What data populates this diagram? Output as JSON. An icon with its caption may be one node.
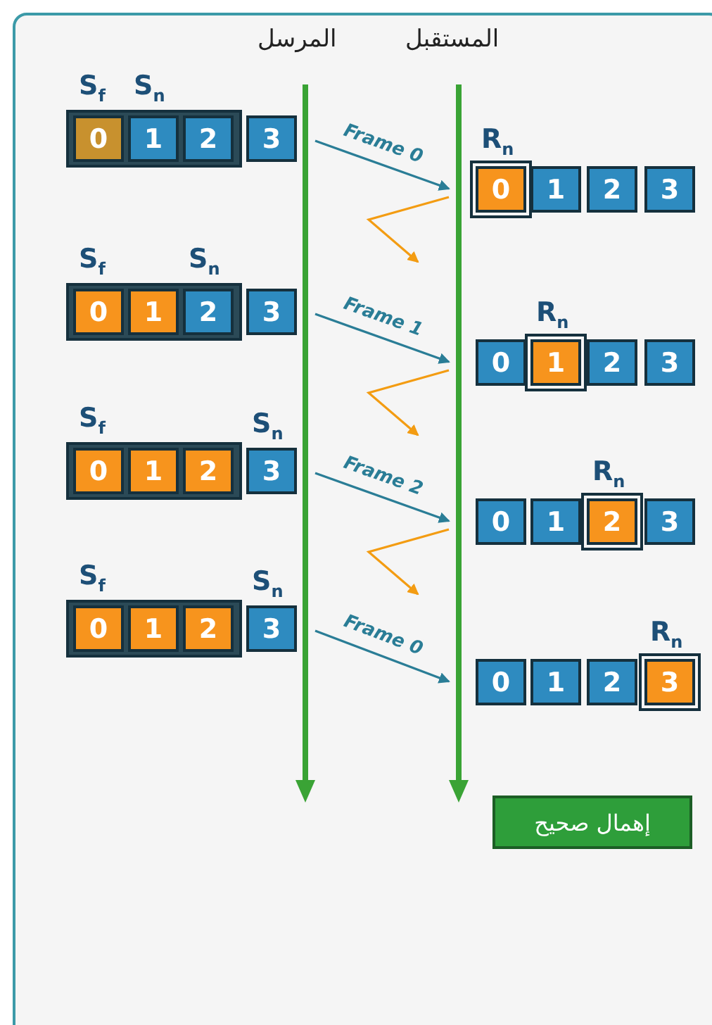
{
  "diagram": {
    "nodes": [
      {
        "text": [],
        "shape": "bar"
      },
      {
        "text": [],
        "shape": "bar"
      },
      {
        "text": [],
        "shape": "box"
      },
      {
        "text": [
          "0"
        ],
        "in": 2,
        "beside": [
          "S$_{f}$"
        ]
      },
      {
        "text": [
          "1"
        ],
        "in": 2,
        "beside": [
          "S$_{n}$"
        ]
      },
      {
        "text": [
          "2"
        ],
        "in": 2
      },
      {
        "text": [
          "3"
        ]
      },
      {
        "text": [
          "0"
        ],
        "beside": [
          "R$_{n}$"
        ]
      },
      {
        "text": [
          "1"
        ]
      },
      {
        "text": [
          "2"
        ]
      },
      {
        "text": [
          "3"
        ]
      },
      {
        "text": [],
        "shape": "box"
      },
      {
        "text": [
          "0"
        ],
        "in": 11,
        "beside": [
          "S$_{f}$"
        ]
      },
      {
        "text": [
          "1"
        ],
        "in": 11
      },
      {
        "text": [
          "2"
        ],
        "in": 11,
        "beside": [
          "S$_{n}$"
        ]
      },
      {
        "text": [
          "3"
        ]
      },
      {
        "text": [
          "0"
        ]
      },
      {
        "text": [
          "1"
        ],
        "beside": [
          "R$_{n}$"
        ]
      },
      {
        "text": [
          "2"
        ]
      },
      {
        "text": [
          "3"
        ]
      },
      {
        "text": [],
        "shape": "box"
      },
      {
        "text": [
          "0"
        ],
        "in": 20,
        "beside": [
          "S$_{f}$"
        ]
      },
      {
        "text": [
          "1"
        ],
        "in": 20
      },
      {
        "text": [
          "2"
        ],
        "in": 20
      },
      {
        "text": [
          "3"
        ],
        "beside": [
          "S$_{n}$"
        ]
      },
      {
        "text": [
          "0"
        ]
      },
      {
        "text": [
          "1"
        ]
      },
      {
        "text": [
          "2"
        ],
        "beside": [
          "R$_{n}$"
        ]
      },
      {
        "text": [
          "3"
        ]
      },
      {
        "text": [],
        "shape": "box"
      },
      {
        "text": [
          "0"
        ],
        "in": 29,
        "beside": [
          "S$_{f}$"
        ]
      },
      {
        "text": [
          "1"
        ],
        "in": 29
      },
      {
        "text": [
          "2"
        ],
        "in": 29
      },
      {
        "text": [
          "3"
        ],
        "beside": [
          "S$_{n}$"
        ]
      },
      {
        "text": [
          "0"
        ]
      },
      {
        "text": [
          "1"
        ]
      },
      {
        "text": [
          "2"
        ]
      },
      {
        "text": [
          "3"
        ],
        "beside": [
          "R$_{n}$"
        ]
      },
      {
        "text": [
          "إهمال صحيح"
        ]
      }
    ],
    "edges": [
      {
        "from": 0,
        "to": 1,
        "arrow": "to",
        "label": "Frame 0"
      },
      {
        "from": 1,
        "to": null,
        "arrow": "to",
        "color": "#f39c12"
      },
      {
        "from": 0,
        "to": 1,
        "arrow": "to",
        "label": "Frame 1"
      },
      {
        "from": 1,
        "to": null,
        "arrow": "to",
        "color": "#f39c12"
      },
      {
        "from": 0,
        "to": 1,
        "arrow": "to",
        "label": "Frame 2"
      },
      {
        "from": 1,
        "to": null,
        "arrow": "to",
        "color": "#f39c12"
      },
      {
        "from": 0,
        "to": 1,
        "arrow": "to",
        "label": "Frame 0"
      }
    ],
    "labels": [
      "المرسل",
      "المستقبل"
    ]
  }
}
